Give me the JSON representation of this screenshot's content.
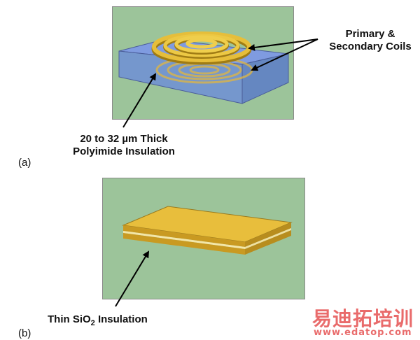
{
  "panel_a": {
    "label": "(a)",
    "callout_coils": [
      "Primary &",
      "Secondary Coils"
    ],
    "callout_insulation": [
      "20 to 32 µm Thick",
      "Polyimide Insulation"
    ]
  },
  "panel_b": {
    "label": "(b)",
    "callout_insulation_prefix": "Thin SiO",
    "callout_insulation_sub": "2",
    "callout_insulation_suffix": " Insulation"
  },
  "watermark": {
    "cn": "易迪拓培训",
    "url": "www.edatop.com"
  },
  "colors": {
    "panel_bg": "#9cc49a",
    "polyimide": "#6f8fd6",
    "coil": "#e0b632",
    "plate": "#d8a930",
    "watermark": "#e23a3a"
  }
}
